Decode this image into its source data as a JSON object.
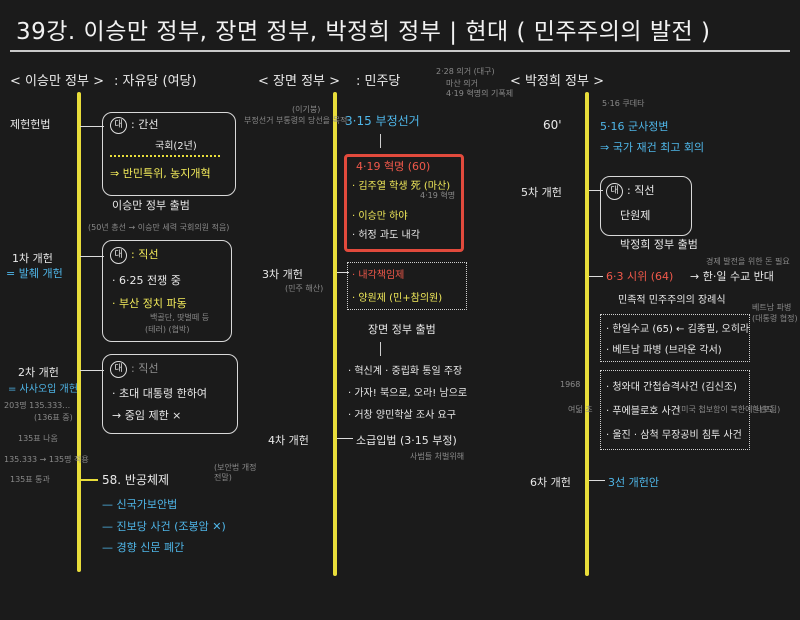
{
  "title": "39강. 이승만 정부, 장면 정부, 박정희 정부 | 현대 ( 민주주의의 발전 )",
  "col1": {
    "header": "< 이승만 정부 >",
    "party": ": 자유당 (여당)",
    "e1_label": "제헌헌법",
    "e1_circle": "대",
    "e1_text": ": 간선",
    "e1_sub": "국회(2년)",
    "e1_arrow": "⇒ 반민특위, 농지개혁",
    "e1_launch": "이승만 정부 출범",
    "e1_note": "(50년 총선 → 이승만 세력 국회의원 적음)",
    "e2_label": "1차 개헌",
    "e2_sub": "= 발췌 개헌",
    "e2_circle": "대",
    "e2_text": ": 직선",
    "e2_b1": "· 6·25 전쟁 중",
    "e2_b2": "· 부산 정치 파동",
    "e2_note1": "백골단, 땃벌떼 등",
    "e2_note2": "(테러)     (협박)",
    "e3_label": "2차 개헌",
    "e3_sub": "= 사사오입 개헌",
    "e3_circle": "대",
    "e3_text": ": 직선",
    "e3_b1": "· 초대 대통령 한하여",
    "e3_b2": "→ 중임 제한 ×",
    "e3_note1": "203명  135.333…",
    "e3_note2": "(136표 중)",
    "e3_note3": "135표 나옴",
    "e3_note4": "135.333 → 135명 적용",
    "e3_note5": "135표 통과",
    "e4_text": "58. 반공체제",
    "e4_side": "(보안법 개정 전말)",
    "e4_i1": "— 신국가보안법",
    "e4_i2": "— 진보당 사건 (조봉암 ✕)",
    "e4_i3": "— 경향 신문 폐간"
  },
  "col2": {
    "header": "< 장면 정부 >",
    "party": ": 민주당",
    "top_note1": "2·28 의거 (대구)",
    "top_note2": "마산 의거",
    "top_note3": "4·19 혁명의 기폭제",
    "left_note1": "(이기붕)",
    "left_note2": "부정선거 부통령의 당선을 목적",
    "s1": "3·15 부정선거",
    "rev": "4·19 혁명 (60)",
    "r1": "· 김주열 학생 死 (마산)",
    "r1_note": "4·19 혁명",
    "r2": "· 이승만 하야",
    "r3": "· 허정 과도 내각",
    "e3_label": "3차 개헌",
    "e3_note": "(민주 해산)",
    "e3_i1": "· 내각책임제",
    "e3_i2": "· 양원제 (민+참의원)",
    "launch": "장면 정부 출범",
    "b1": "· 혁신계 · 중립화 통일 주장",
    "b2": "· 가자! 북으로, 오라! 남으로",
    "b3": "· 거창 양민학살 조사 요구",
    "e4_label": "4차 개헌",
    "e4_text": "소급입법 (3·15 부정)",
    "e4_note": "사범들 처벌위해"
  },
  "col3": {
    "header": "< 박정희 정부 >",
    "top_note": "5·16 쿠데타",
    "year60": "60'",
    "coup": "5·16 군사정변",
    "coup_arrow": "⇒ 국가 재건 최고 회의",
    "e5_label": "5차 개헌",
    "e5_circle": "대",
    "e5_text": ": 직선",
    "e5_sub": "단원제",
    "launch": "박정희 정부 출범",
    "side_note": "경제 발전을 위한 돈 필요",
    "protest": "6·3 시위 (64)",
    "protest_arrow": "→ 한·일 수교 반대",
    "protest_sub": "민족적 민주주의의 장례식",
    "box1_note1": "베트남 파병",
    "box1_note2": "(대통령 협정)",
    "box1_i1": "· 한일수교 (65) ← 김종필, 오히라",
    "box1_i2": "· 베트남 파병 (브라운 각서)",
    "box2_year": "1968",
    "box2_year2": "여덟 초",
    "box2_i1": "· 청와대 간첩습격사건 (김신조)",
    "box2_i2": "· 푸에블로호 사건",
    "box2_i2_note": "(미국 첩보함이 북한에 나포됨)",
    "box2_i2_side": "한반도",
    "box2_i3": "· 울진 · 삼척 무장공비 침투 사건",
    "e6_label": "6차 개헌",
    "e6_text": "3선 개헌안"
  }
}
